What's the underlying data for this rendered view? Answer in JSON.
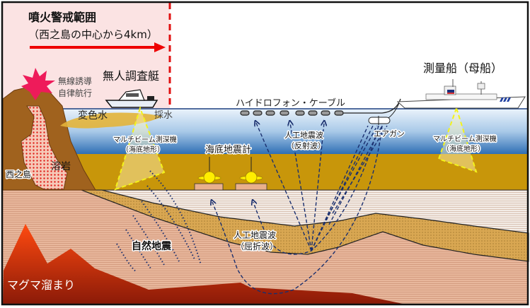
{
  "warning_zone": {
    "title": "噴火警戒範囲",
    "subtitle": "（西之島の中心から4km）"
  },
  "usv": {
    "title": "無人調査艇",
    "mode_line1": "無線誘導",
    "mode_line2": "自律航行"
  },
  "labels": {
    "discolored_water": "変色水",
    "water_sampling": "採水",
    "multibeam_left_1": "マルチビーム測深機",
    "multibeam_left_2": "（海底地形）",
    "obs": "海底地震計",
    "lava": "溶岩",
    "island": "西之島",
    "hydrophone": "ハイドロフォン・ケーブル",
    "mother_ship": "測量船（母船）",
    "reflection_1": "人工地震波",
    "reflection_2": "（反射波）",
    "airgun": "エアガン",
    "multibeam_right_1": "マルチビーム測深機",
    "multibeam_right_2": "（海底地形）",
    "refraction_1": "人工地震波",
    "refraction_2": "（屈折波）",
    "natural_quake": "自然地震",
    "magma": "マグマ溜まり"
  },
  "colors": {
    "warning": "#ff0000",
    "magma": "#cc2200",
    "sea": "#2f6fb5",
    "sediment": "#c8960a",
    "ray": "#1a2f6e"
  }
}
